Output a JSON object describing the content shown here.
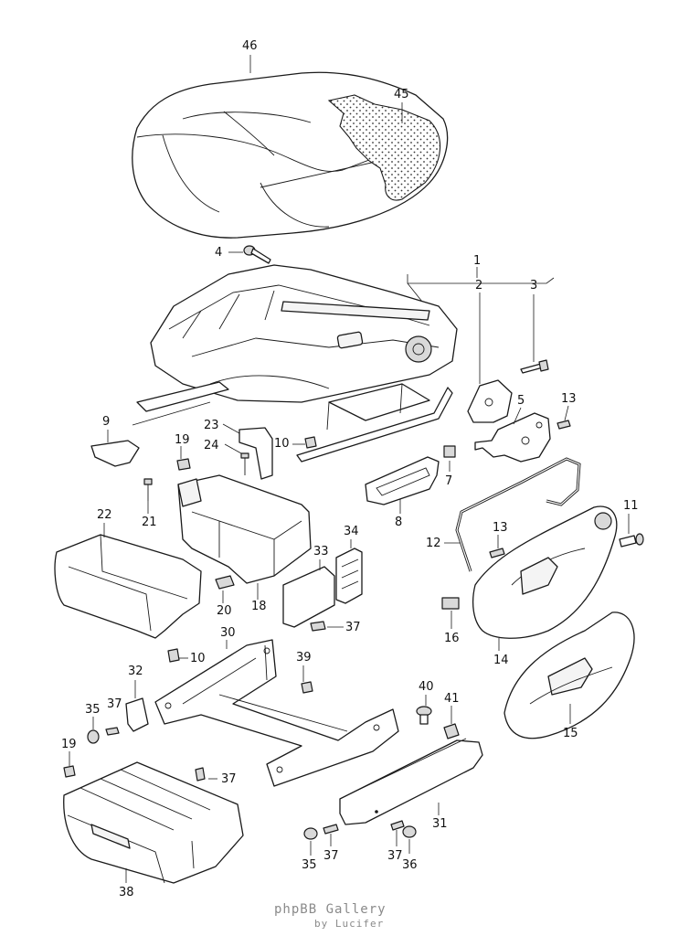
{
  "callouts": [
    {
      "id": "1",
      "text": "1"
    },
    {
      "id": "2",
      "text": "2"
    },
    {
      "id": "3",
      "text": "3"
    },
    {
      "id": "4",
      "text": "4"
    },
    {
      "id": "5",
      "text": "5"
    },
    {
      "id": "7",
      "text": "7"
    },
    {
      "id": "8",
      "text": "8"
    },
    {
      "id": "9",
      "text": "9"
    },
    {
      "id": "10a",
      "text": "10"
    },
    {
      "id": "10b",
      "text": "10"
    },
    {
      "id": "11",
      "text": "11"
    },
    {
      "id": "12",
      "text": "12"
    },
    {
      "id": "13a",
      "text": "13"
    },
    {
      "id": "13b",
      "text": "13"
    },
    {
      "id": "14",
      "text": "14"
    },
    {
      "id": "15",
      "text": "15"
    },
    {
      "id": "16",
      "text": "16"
    },
    {
      "id": "18",
      "text": "18"
    },
    {
      "id": "19a",
      "text": "19"
    },
    {
      "id": "19b",
      "text": "19"
    },
    {
      "id": "20",
      "text": "20"
    },
    {
      "id": "21",
      "text": "21"
    },
    {
      "id": "22",
      "text": "22"
    },
    {
      "id": "23",
      "text": "23"
    },
    {
      "id": "24",
      "text": "24"
    },
    {
      "id": "30",
      "text": "30"
    },
    {
      "id": "31",
      "text": "31"
    },
    {
      "id": "32",
      "text": "32"
    },
    {
      "id": "33",
      "text": "33"
    },
    {
      "id": "34",
      "text": "34"
    },
    {
      "id": "35a",
      "text": "35"
    },
    {
      "id": "35b",
      "text": "35"
    },
    {
      "id": "36",
      "text": "36"
    },
    {
      "id": "37a",
      "text": "37"
    },
    {
      "id": "37b",
      "text": "37"
    },
    {
      "id": "37c",
      "text": "37"
    },
    {
      "id": "37d",
      "text": "37"
    },
    {
      "id": "37e",
      "text": "37"
    },
    {
      "id": "38",
      "text": "38"
    },
    {
      "id": "39",
      "text": "39"
    },
    {
      "id": "40",
      "text": "40"
    },
    {
      "id": "41",
      "text": "41"
    },
    {
      "id": "45",
      "text": "45"
    },
    {
      "id": "46",
      "text": "46"
    }
  ],
  "watermark": {
    "line1": "phpBB Gallery",
    "line2": "by Lucifer"
  }
}
